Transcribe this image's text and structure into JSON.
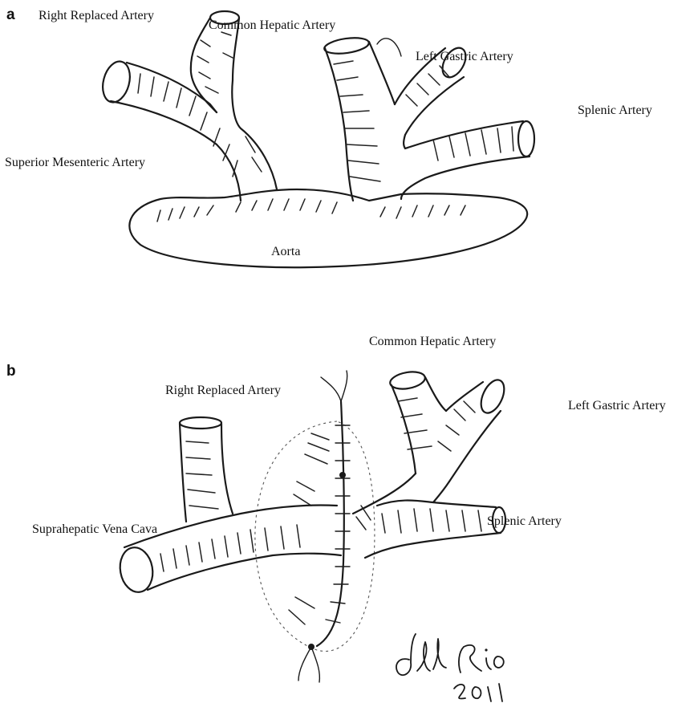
{
  "panel_a": {
    "letter": "a",
    "labels": {
      "right_replaced_artery": "Right Replaced Artery",
      "common_hepatic_artery": "Common Hepatic  Artery",
      "left_gastric_artery": "Left Gastric Artery",
      "splenic_artery": "Splenic Artery",
      "superior_mesenteric_artery": "Superior Mesenteric Artery",
      "aorta": "Aorta"
    }
  },
  "panel_b": {
    "letter": "b",
    "labels": {
      "common_hepatic_artery": "Common Hepatic Artery",
      "right_replaced_artery": "Right Replaced Artery",
      "left_gastric_artery": "Left Gastric Artery",
      "suprahepatic_vena_cava": "Suprahepatic Vena Cava",
      "splenic_artery": "Splenic Artery"
    }
  },
  "signature": {
    "name": "del Rio",
    "year": "2011"
  }
}
